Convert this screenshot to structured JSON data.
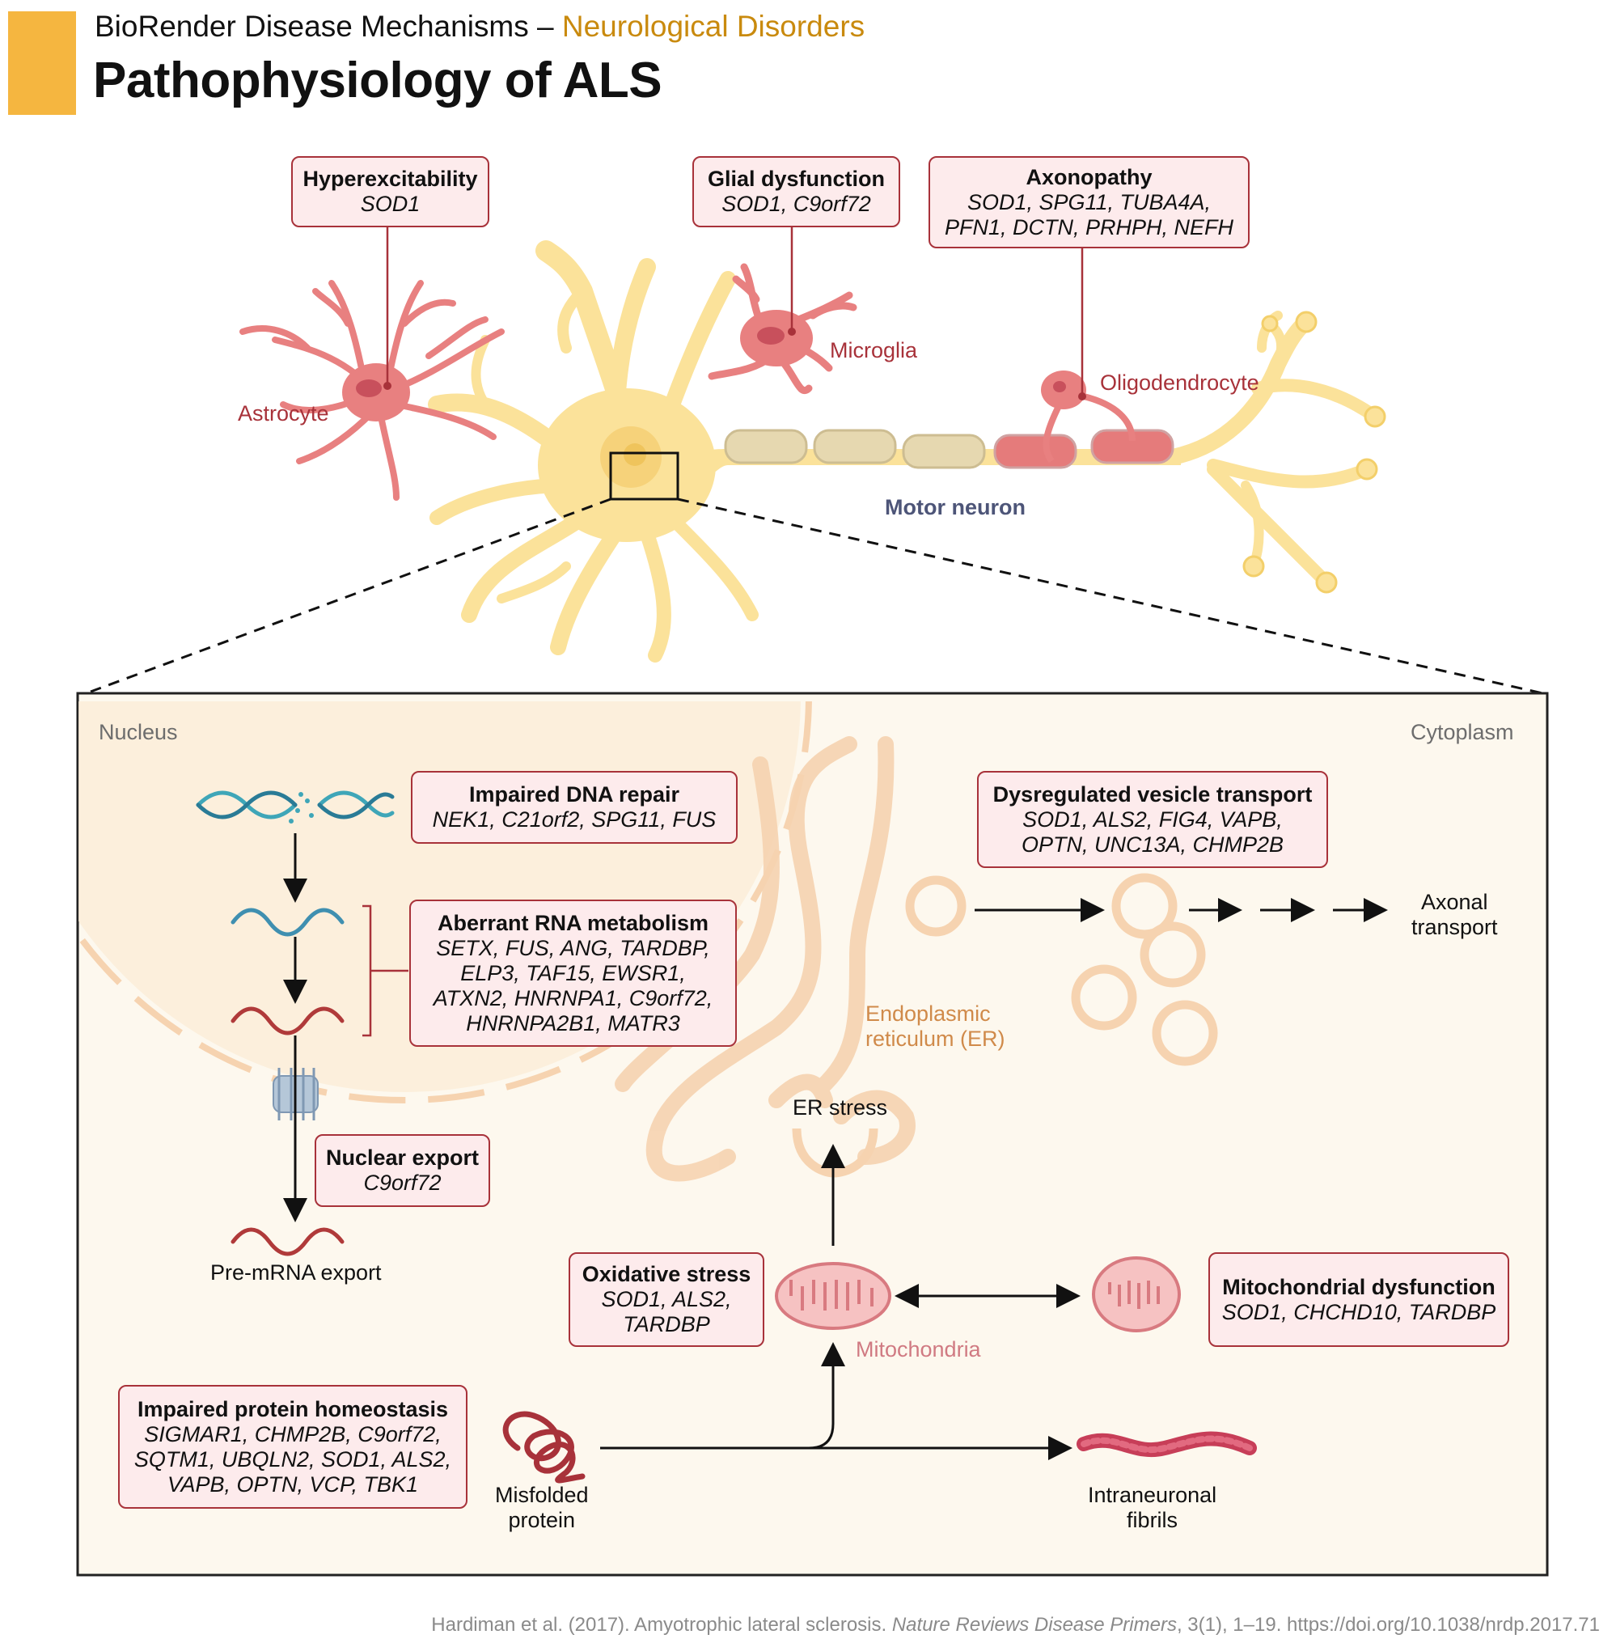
{
  "header": {
    "series_prefix": "BioRender Disease Mechanisms – ",
    "series_topic": "Neurological Disorders",
    "title": "Pathophysiology of ALS"
  },
  "colors": {
    "accent": "#f5b640",
    "topic_text": "#c98a0e",
    "box_border": "#a8323a",
    "box_fill": "#fdebec",
    "neuron": "#fbe29a",
    "glia": "#e88080",
    "panel_bg": "#fdf8ee"
  },
  "neuron_view": {
    "boxes": [
      {
        "title": "Hyperexcitability",
        "genes": [
          "SOD1"
        ]
      },
      {
        "title": "Glial dysfunction",
        "genes": [
          "SOD1, C9orf72"
        ]
      },
      {
        "title": "Axonopathy",
        "genes": [
          "SOD1, SPG11, TUBA4A,",
          "PFN1, DCTN, PRHPH, NEFH"
        ]
      }
    ],
    "labels": {
      "astrocyte": "Astrocyte",
      "microglia": "Microglia",
      "oligodendrocyte": "Oligodendrocyte",
      "motor_neuron": "Motor neuron"
    }
  },
  "zoom_panel": {
    "region_labels": {
      "nucleus": "Nucleus",
      "cytoplasm": "Cytoplasm"
    },
    "boxes": [
      {
        "title": "Impaired DNA repair",
        "genes": [
          "NEK1, C21orf2, SPG11, FUS"
        ]
      },
      {
        "title": "Aberrant RNA metabolism",
        "genes": [
          "SETX, FUS, ANG, TARDBP,",
          "ELP3, TAF15, EWSR1,",
          "ATXN2, HNRNPA1, C9orf72,",
          "HNRNPA2B1, MATR3"
        ]
      },
      {
        "title": "Nuclear export",
        "genes": [
          "C9orf72"
        ]
      },
      {
        "title": "Dysregulated vesicle transport",
        "genes": [
          "SOD1, ALS2, FIG4, VAPB,",
          "OPTN, UNC13A, CHMP2B"
        ]
      },
      {
        "title": "Oxidative stress",
        "genes": [
          "SOD1, ALS2,",
          "TARDBP"
        ]
      },
      {
        "title": "Mitochondrial dysfunction",
        "genes": [
          "SOD1, CHCHD10, TARDBP"
        ]
      },
      {
        "title": "Impaired protein homeostasis",
        "genes": [
          "SIGMAR1, CHMP2B, C9orf72,",
          "SQTM1, UBQLN2, SOD1, ALS2,",
          "VAPB, OPTN, VCP, TBK1"
        ]
      }
    ],
    "labels": {
      "pre_mrna_export": "Pre-mRNA export",
      "er": [
        "Endoplasmic",
        "reticulum (ER)"
      ],
      "er_stress": "ER stress",
      "axonal_transport": [
        "Axonal",
        "transport"
      ],
      "mitochondria": "Mitochondria",
      "misfolded_protein": [
        "Misfolded",
        "protein"
      ],
      "intraneuronal_fibrils": [
        "Intraneuronal",
        "fibrils"
      ]
    }
  },
  "citation": {
    "authors_year": "Hardiman et al. (2017). Amyotrophic lateral sclerosis. ",
    "journal": "Nature Reviews Disease Primers",
    "rest": ", 3(1), 1–19. https://doi.org/10.1038/nrdp.2017.71"
  }
}
